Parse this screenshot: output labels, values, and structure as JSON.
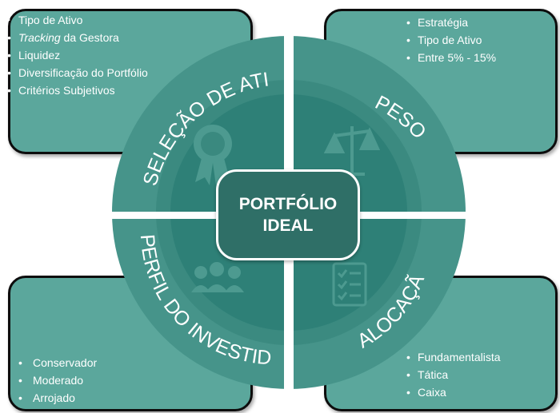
{
  "center": {
    "line1": "PORTFÓLIO",
    "line2": "IDEAL"
  },
  "quadrants": {
    "selecao": {
      "title": "SELEÇÃO DE ATIVOS",
      "items": [
        {
          "text": "Tipo de Ativo"
        },
        {
          "italic": "Tracking",
          "text": " da Gestora"
        },
        {
          "text": "Liquidez"
        },
        {
          "text": "Diversificação do Portfólio"
        },
        {
          "text": "Critérios Subjetivos"
        }
      ],
      "icon": "award-ribbon-icon"
    },
    "peso": {
      "title": "PESO",
      "items": [
        {
          "text": "Estratégia"
        },
        {
          "text": "Tipo de Ativo"
        },
        {
          "text": "Entre 5% - 15%"
        }
      ],
      "icon": "balance-scale-icon"
    },
    "perfil": {
      "title": "PERFIL DO INVESTIDOR",
      "items": [
        {
          "text": "Conservador"
        },
        {
          "text": "Moderado"
        },
        {
          "text": "Arrojado"
        }
      ],
      "icon": "people-group-icon"
    },
    "alocacao": {
      "title": "ALOCAÇÃO",
      "items": [
        {
          "text": "Fundamentalista"
        },
        {
          "text": "Tática"
        },
        {
          "text": "Caixa"
        }
      ],
      "icon": "checklist-icon"
    }
  },
  "colors": {
    "outer_ring": "#46948a",
    "inner_ring": "#3b8a80",
    "core": "#2a7b72",
    "box_fill": "#5ba79c",
    "center_fill": "#2f6f67"
  }
}
